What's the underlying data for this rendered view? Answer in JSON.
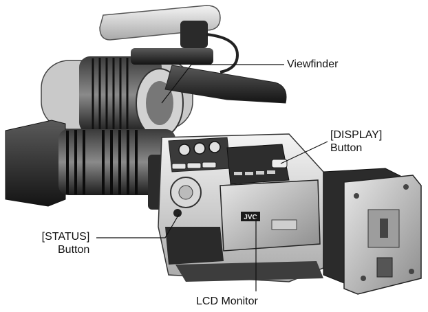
{
  "callouts": {
    "viewfinder": "Viewfinder",
    "display_button": [
      "[DISPLAY]",
      "Button"
    ],
    "status_button": [
      "[STATUS]",
      "Button"
    ],
    "lcd_monitor": "LCD Monitor"
  },
  "logo_text": "JVC"
}
